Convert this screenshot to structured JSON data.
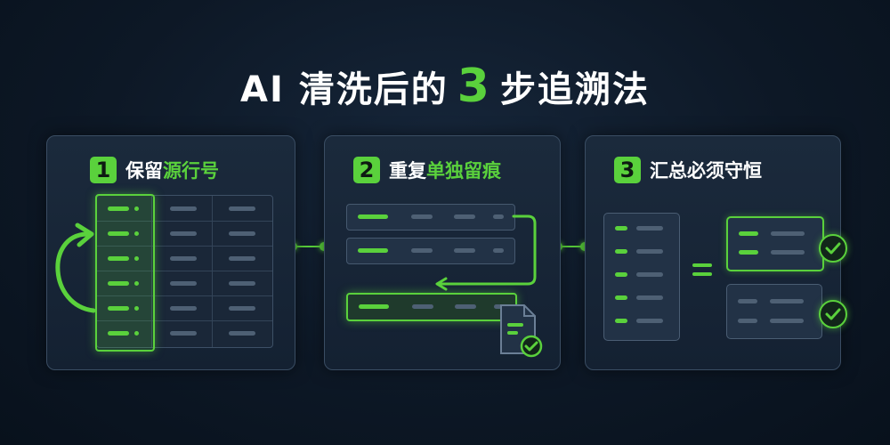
{
  "title": {
    "prefix": "AI 清洗后的",
    "number": "3",
    "suffix": "步追溯法"
  },
  "steps": [
    {
      "number": "1",
      "label_plain": "保留",
      "label_green": "源行号",
      "label_plain2": ""
    },
    {
      "number": "2",
      "label_plain": "重复",
      "label_green": "单独留痕",
      "label_plain2": ""
    },
    {
      "number": "3",
      "label_plain": "汇总必须守恒",
      "label_green": "",
      "label_plain2": ""
    }
  ],
  "colors": {
    "accent": "#5ad13c",
    "background": "#0d1826",
    "panel": "#1b2a3c",
    "muted_bar": "#4e6074"
  },
  "icons": [
    "loop-arrow-icon",
    "document-check-icon",
    "check-circle-icon",
    "equals-icon",
    "connector-icon"
  ]
}
